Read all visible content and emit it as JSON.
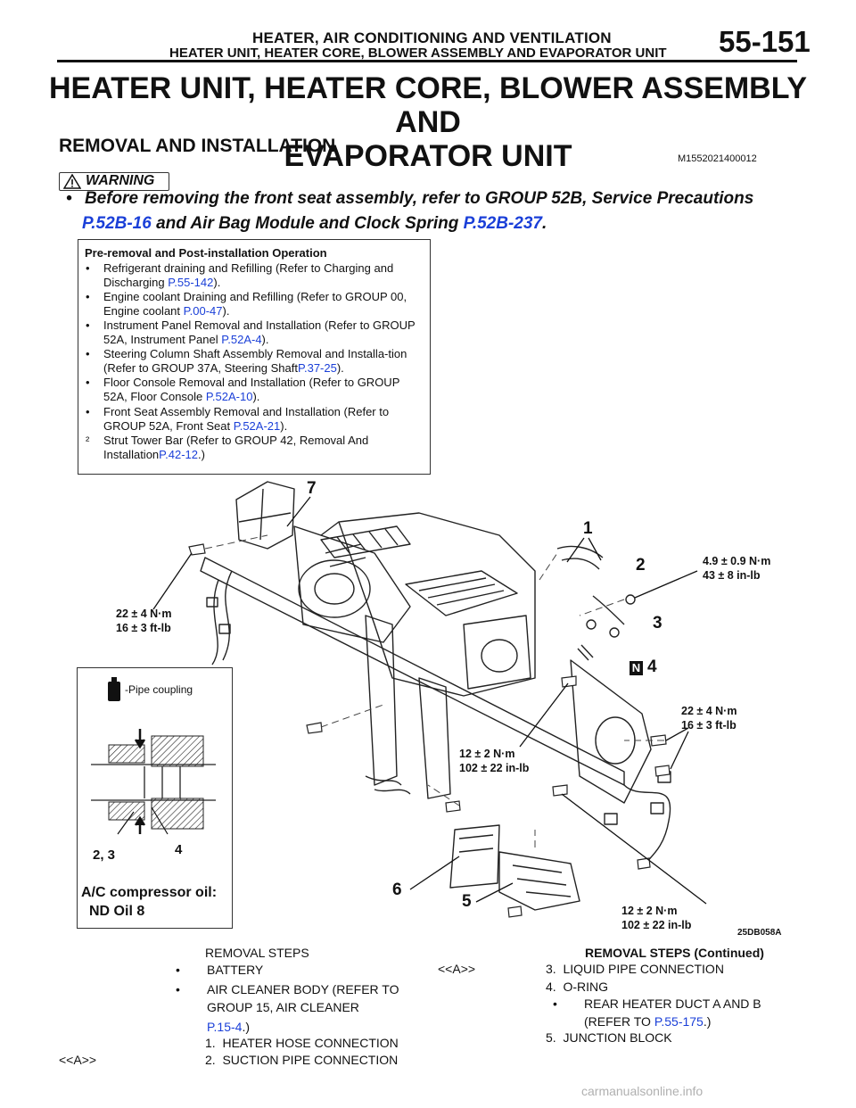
{
  "header": {
    "title": "HEATER, AIR CONDITIONING AND VENTILATION",
    "subtitle": "HEATER UNIT, HEATER CORE, BLOWER ASSEMBLY AND EVAPORATOR UNIT",
    "page_number": "55-151"
  },
  "main_title": {
    "line1": "HEATER UNIT, HEATER CORE, BLOWER ASSEMBLY AND",
    "line2": "EVAPORATOR UNIT"
  },
  "section": {
    "title": "REMOVAL AND INSTALLATION",
    "code": "M1552021400012"
  },
  "warning": {
    "label": "WARNING",
    "bullet": "•",
    "text1": "Before removing the front seat assembly, refer to GROUP 52B, Service Precautions",
    "link1": "P.52B-16",
    "text2": " and Air Bag Module and Clock Spring ",
    "link2": "P.52B-237",
    "text3": "."
  },
  "pre_removal": {
    "title": "Pre-removal and Post-installation Operation",
    "items": [
      {
        "bullet": "•",
        "text": "Refrigerant draining and Refilling (Refer to Charging and Discharging ",
        "link": "P.55-142",
        "tail": ")."
      },
      {
        "bullet": "•",
        "text": "Engine coolant Draining and Refilling (Refer to GROUP 00, Engine coolant ",
        "link": "P.00-47",
        "tail": ")."
      },
      {
        "bullet": "•",
        "text": "Instrument Panel Removal and Installation (Refer to GROUP 52A, Instrument Panel ",
        "link": "P.52A-4",
        "tail": ")."
      },
      {
        "bullet": "•",
        "text": "Steering Column Shaft Assembly Removal and Installa-tion (Refer to GROUP 37A, Steering Shaft",
        "link": "P.37-25",
        "tail": ")."
      },
      {
        "bullet": "•",
        "text": "Floor Console Removal and Installation (Refer to GROUP 52A, Floor Console ",
        "link": "P.52A-10",
        "tail": ")."
      },
      {
        "bullet": "•",
        "text": "Front Seat Assembly Removal and Installation (Refer to GROUP 52A, Front Seat ",
        "link": "P.52A-21",
        "tail": ")."
      },
      {
        "bullet": "²",
        "text": "Strut Tower Bar (Refer to GROUP 42, Removal And Installation",
        "link": "P.42-12",
        "tail": ".)"
      }
    ]
  },
  "diagram": {
    "callouts": {
      "c1": "1",
      "c2": "2",
      "c3": "3",
      "c4": "4",
      "c5": "5",
      "c6": "6",
      "c7": "7",
      "n_badge": "N"
    },
    "torques": {
      "t_left": "22 ± 4 N·m\n16 ± 3 ft-lb",
      "t_top_right": "4.9 ± 0.9 N·m\n43 ± 8 in-lb",
      "t_mid_right": "22 ± 4 N·m\n16 ± 3 ft-lb",
      "t_center": "12 ± 2 N·m\n102 ± 22 in-lb",
      "t_bottom_right": "12 ± 2 N·m\n102 ± 22 in-lb"
    },
    "inset": {
      "coupling_label": "-Pipe coupling",
      "label_23": "2, 3",
      "label_4": "4",
      "oil_line1": "A/C compressor oil:",
      "oil_line2": "ND Oil 8"
    },
    "figure_code": "25DB058A"
  },
  "steps_left": {
    "title": "REMOVAL STEPS",
    "bullet": "•",
    "battery": "BATTERY",
    "air_cleaner_1": "AIR CLEANER BODY (REFER TO",
    "air_cleaner_2": "GROUP 15, AIR CLEANER",
    "air_cleaner_link": "P.15-4",
    "air_cleaner_tail": ".)",
    "step1": "1.  HEATER HOSE CONNECTION",
    "step2_mark": "<<A>>",
    "step2": "2.  SUCTION PIPE CONNECTION"
  },
  "steps_right": {
    "title": "REMOVAL STEPS (Continued)",
    "step3_mark": "<<A>>",
    "step3": "3.  LIQUID PIPE CONNECTION",
    "step4": "4.  O-RING",
    "bullet": "•",
    "rear_duct_1": "REAR HEATER DUCT A AND B",
    "rear_duct_2": "(REFER TO ",
    "rear_duct_link": "P.55-175",
    "rear_duct_tail": ".)",
    "step5": "5.  JUNCTION BLOCK"
  },
  "watermark": "carmanualsonline.info"
}
